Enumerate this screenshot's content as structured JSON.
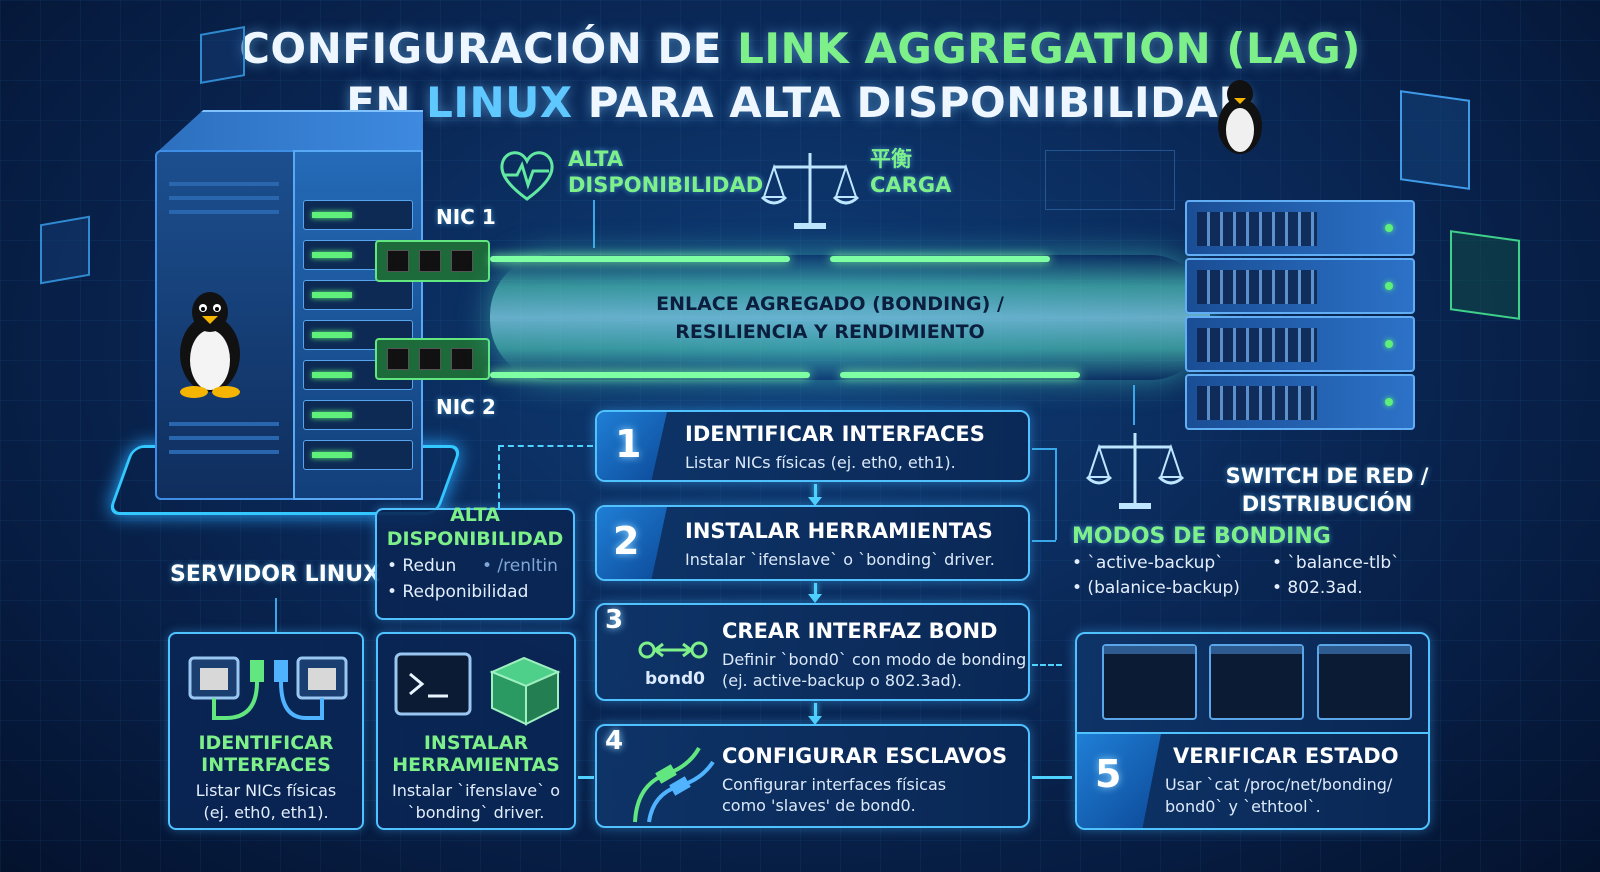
{
  "title": {
    "line1_a": "CONFIGURACIÓN DE ",
    "line1_b": "LINK AGGREGATION (LAG)",
    "line2_a": "EN ",
    "line2_b": "LINUX",
    "line2_c": " PARA ALTA DISPONIBILIDAD"
  },
  "top_labels": {
    "ha_line1": "ALTA",
    "ha_line2": "DISPONIBILIDAD",
    "lb_line1": "平衡",
    "lb_line2": "CARGA"
  },
  "nics": {
    "nic1": "NIC 1",
    "nic2": "NIC 2"
  },
  "beam": {
    "line1": "ENLACE AGREGADO (BONDING) /",
    "line2": "RESILIENCIA Y RENDIMIENTO"
  },
  "server_label": "SERVIDOR LINUX",
  "switch_label": {
    "line1": "SWITCH DE RED /",
    "line2": "DISTRIBUCIÓN"
  },
  "ha_card": {
    "h1": "ALTA",
    "h2": "DISPONIBILIDAD",
    "item1": "• Redun",
    "item1b": "• /renltin",
    "item2": "• Redponibilidad"
  },
  "bonding_modes": {
    "title": "MODOS DE BONDING",
    "m1": "• `active-backup`",
    "m2": "• `balance-tlb`",
    "m3": "• (balanice-backup)",
    "m4": "• 802.3ad."
  },
  "steps": [
    {
      "num": "1",
      "title": "IDENTIFICAR INTERFACES",
      "desc1": "Listar NICs físicas (ej. eth0, eth1).",
      "desc2": ""
    },
    {
      "num": "2",
      "title": "INSTALAR HERRAMIENTAS",
      "desc1": "Instalar `ifenslave` o `bonding` driver.",
      "desc2": ""
    },
    {
      "num": "3",
      "title": "CREAR INTERFAZ BOND",
      "desc1": "Definir `bond0` con modo de bonding",
      "desc2": "(ej. active-backup o 802.3ad).",
      "icon_label": "bond0"
    },
    {
      "num": "4",
      "title": "CONFIGURAR ESCLAVOS",
      "desc1": "Configurar interfaces físicas",
      "desc2": "como 'slaves' de bond0."
    },
    {
      "num": "5",
      "title": "VERIFICAR ESTADO",
      "desc1": "Usar `cat /proc/net/bonding/",
      "desc2": "bond0` y `ethtool`."
    }
  ],
  "cards": [
    {
      "h1": "IDENTIFICAR",
      "h2": "INTERFACES",
      "d1": "Listar NICs físicas",
      "d2": "(ej. eth0, eth1)."
    },
    {
      "h1": "INSTALAR",
      "h2": "HERRAMIENTAS",
      "d1": "Instalar `ifenslave` o",
      "d2": "`bonding` driver."
    }
  ]
}
